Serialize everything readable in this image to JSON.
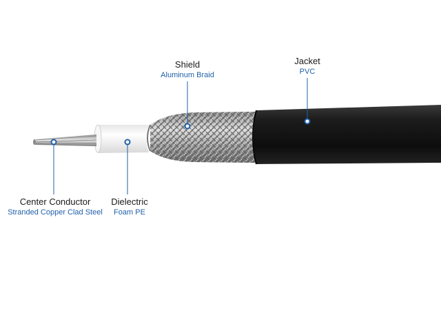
{
  "colors": {
    "accent": "#1f5fa8",
    "jacket": "#151515",
    "dielectric": "#f3f3f3",
    "braid": "#a8a8a8",
    "conductor": "#b9b9b9"
  },
  "callouts": {
    "shield": {
      "name": "Shield",
      "material": "Aluminum Braid"
    },
    "jacket": {
      "name": "Jacket",
      "material": "PVC"
    },
    "center_conductor": {
      "name": "Center Conductor",
      "material": "Stranded Copper Clad Steel"
    },
    "dielectric": {
      "name": "Dielectric",
      "material": "Foam PE"
    }
  }
}
